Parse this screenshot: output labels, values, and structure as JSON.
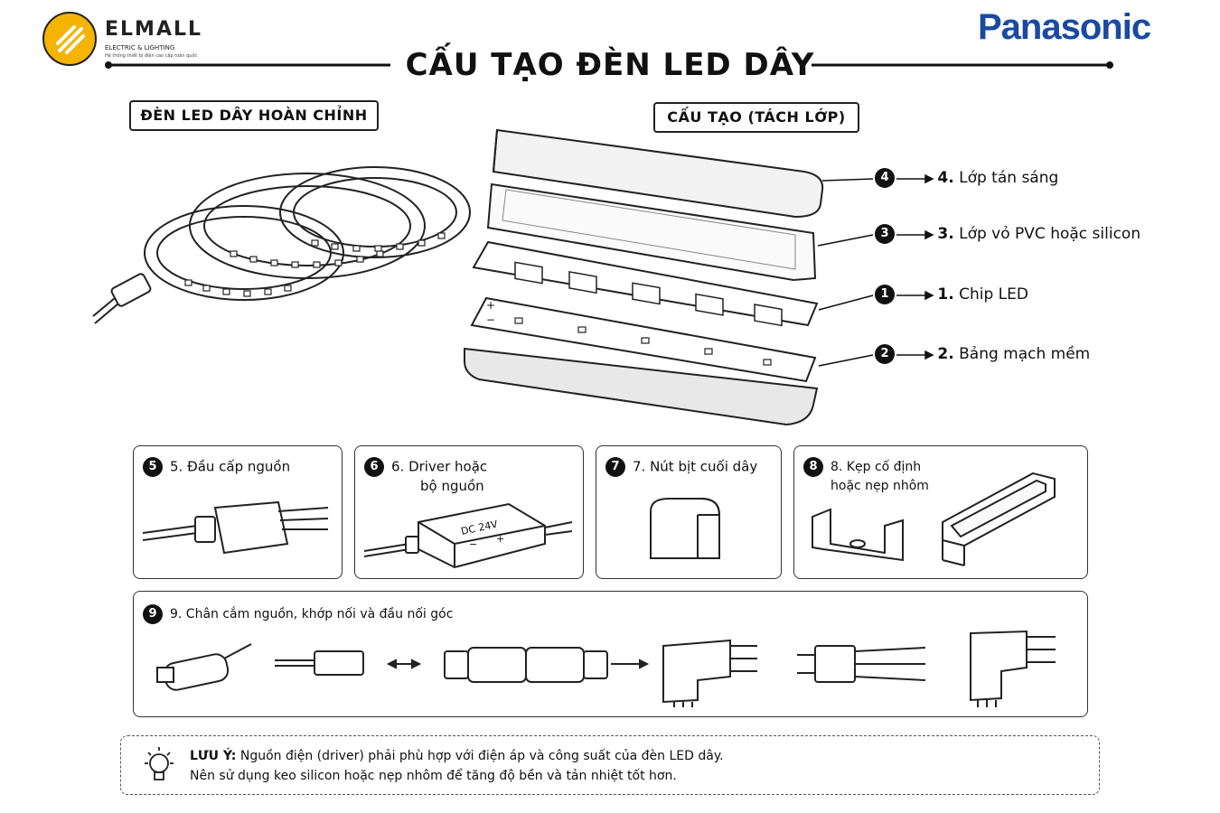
{
  "logo": {
    "name": "ELMALL",
    "subtitle": "ELECTRIC & LIGHTING",
    "tagline": "Hệ thống thiết bị điện cao cấp toàn quốc"
  },
  "brand": "Panasonic",
  "title": "CẤU TẠO ĐÈN LED DÂY",
  "sections": {
    "complete": "ĐÈN LED DÂY HOÀN CHỈNH",
    "exploded": "CẤU TẠO (TÁCH LỚP)"
  },
  "layers": [
    {
      "n": "4",
      "label": "4.",
      "text": "Lớp tán sáng"
    },
    {
      "n": "3",
      "label": "3.",
      "text": "Lớp vỏ PVC hoặc silicon"
    },
    {
      "n": "1",
      "label": "1.",
      "text": "Chip LED"
    },
    {
      "n": "2",
      "label": "2.",
      "text": "Bảng mạch mềm"
    }
  ],
  "parts": [
    {
      "n": "5",
      "text": "5. Đầu cấp nguồn"
    },
    {
      "n": "6",
      "text": "6. Driver hoặc",
      "text2": "bộ nguồn",
      "device_label": "DC 24V",
      "minus": "−",
      "plus": "+"
    },
    {
      "n": "7",
      "text": "7. Nút bịt cuối dây"
    },
    {
      "n": "8",
      "text": "8. Kẹp cố định",
      "text2": "hoặc nẹp nhôm"
    }
  ],
  "connectors": {
    "n": "9",
    "text": "9. Chân cắm nguồn, khớp nối và đầu nối góc"
  },
  "pcb_marks": {
    "plus": "+",
    "minus": "−"
  },
  "note": {
    "prefix": "LƯU Ý:",
    "line1": "Nguồn điện (driver) phải phù hợp với điện áp và công suất của đèn LED dây.",
    "line2": "Nên sử dụng keo silicon hoặc nẹp nhôm để tăng độ bền và tản nhiệt tốt hơn."
  },
  "colors": {
    "brand": "#1a4aa0",
    "logo": "#f5b400",
    "ink": "#111111"
  }
}
